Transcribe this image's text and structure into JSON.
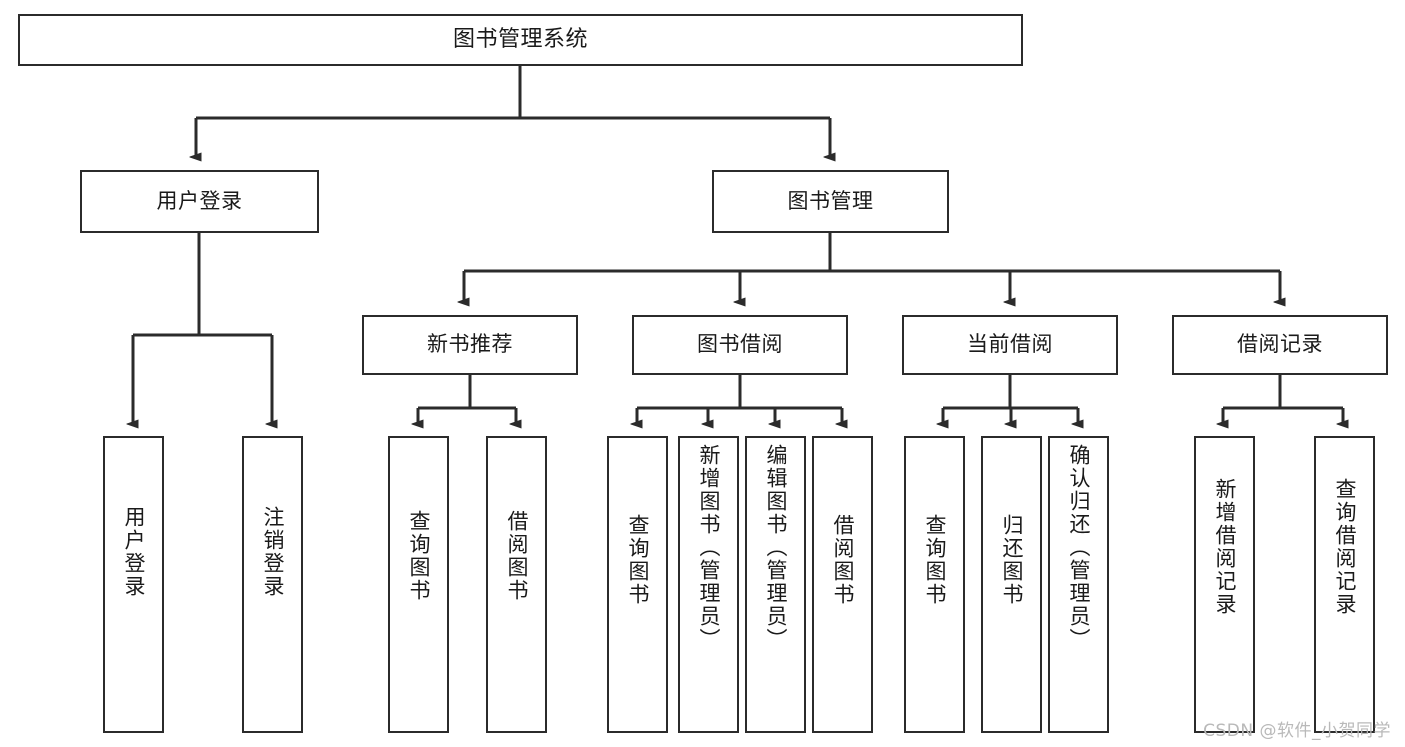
{
  "diagram": {
    "title_text": "图书管理系统",
    "type": "tree-hierarchy-diagram",
    "colors": {
      "box_border": "#2b2b2b",
      "box_fill": "#ffffff",
      "connector": "#2b2b2b",
      "text": "#1a1a1a",
      "watermark": "#b9b9b9",
      "background": "#ffffff"
    },
    "nodes": {
      "root": {
        "label": "图书管理系统"
      },
      "level1": [
        {
          "label": "用户登录"
        },
        {
          "label": "图书管理"
        }
      ],
      "level2": [
        {
          "label": "新书推荐"
        },
        {
          "label": "图书借阅"
        },
        {
          "label": "当前借阅"
        },
        {
          "label": "借阅记录"
        }
      ],
      "leaves": {
        "user_login": [
          {
            "label": "用户登录"
          },
          {
            "label": "注销登录"
          }
        ],
        "new_book_recommend": [
          {
            "label": "查询图书"
          },
          {
            "label": "借阅图书"
          }
        ],
        "book_borrow": [
          {
            "label": "查询图书"
          },
          {
            "label": "新增图书（管理员）"
          },
          {
            "label": "编辑图书（管理员）"
          },
          {
            "label": "借阅图书"
          }
        ],
        "current_borrow": [
          {
            "label": "查询图书"
          },
          {
            "label": "归还图书"
          },
          {
            "label": "确认归还（管理员）"
          }
        ],
        "borrow_records": [
          {
            "label": "新增借阅记录"
          },
          {
            "label": "查询借阅记录"
          }
        ]
      }
    },
    "watermark": "CSDN @软件_小贺同学"
  }
}
